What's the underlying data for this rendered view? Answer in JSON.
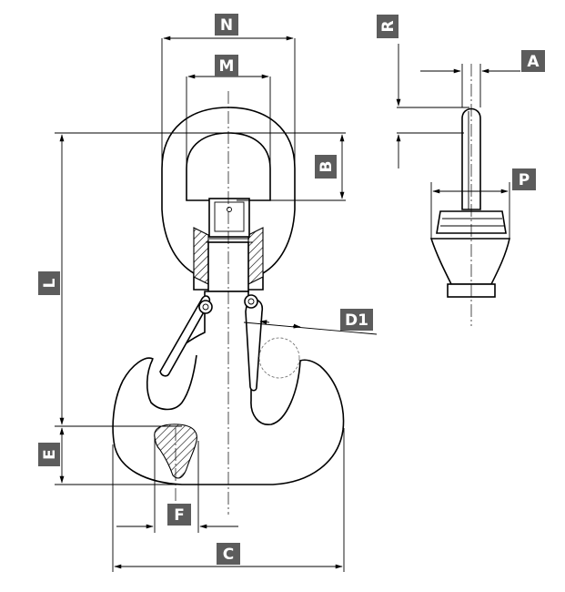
{
  "dimension_labels": {
    "N": "N",
    "M": "M",
    "B": "B",
    "L": "L",
    "E": "E",
    "F": "F",
    "C": "C",
    "D1": "D1",
    "R": "R",
    "A": "A",
    "P": "P"
  }
}
